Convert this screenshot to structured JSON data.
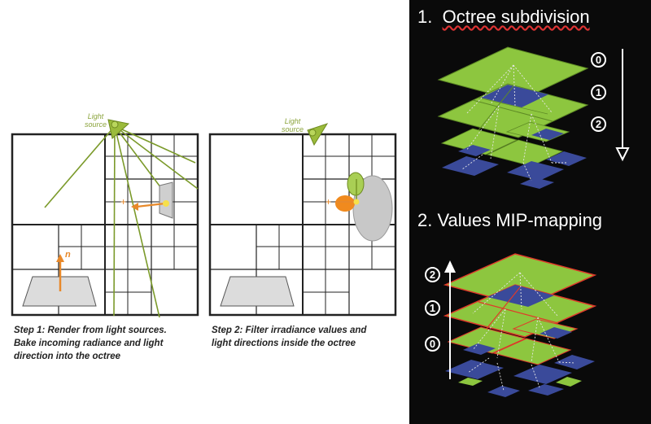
{
  "left": {
    "light_label": "Light\nsource",
    "normal_label": "n",
    "step1_caption": "Step 1: Render from light sources.\nBake incoming radiance and light\ndirection into the octree",
    "step2_caption": "Step 2: Filter irradiance values and\nlight directions inside the octree"
  },
  "right": {
    "title1_number": "1.",
    "title1_text": "Octree subdivision",
    "title2_text": "2. Values MIP-mapping",
    "levels_top": [
      "0",
      "1",
      "2"
    ],
    "levels_bottom": [
      "2",
      "1",
      "0"
    ]
  },
  "colors": {
    "green_layer": "#8dc63f",
    "blue_cell": "#3a4a9a",
    "red_edge": "#e03a2a",
    "light_source": "#9bbb3b",
    "arrow_orange": "#e8892a"
  }
}
